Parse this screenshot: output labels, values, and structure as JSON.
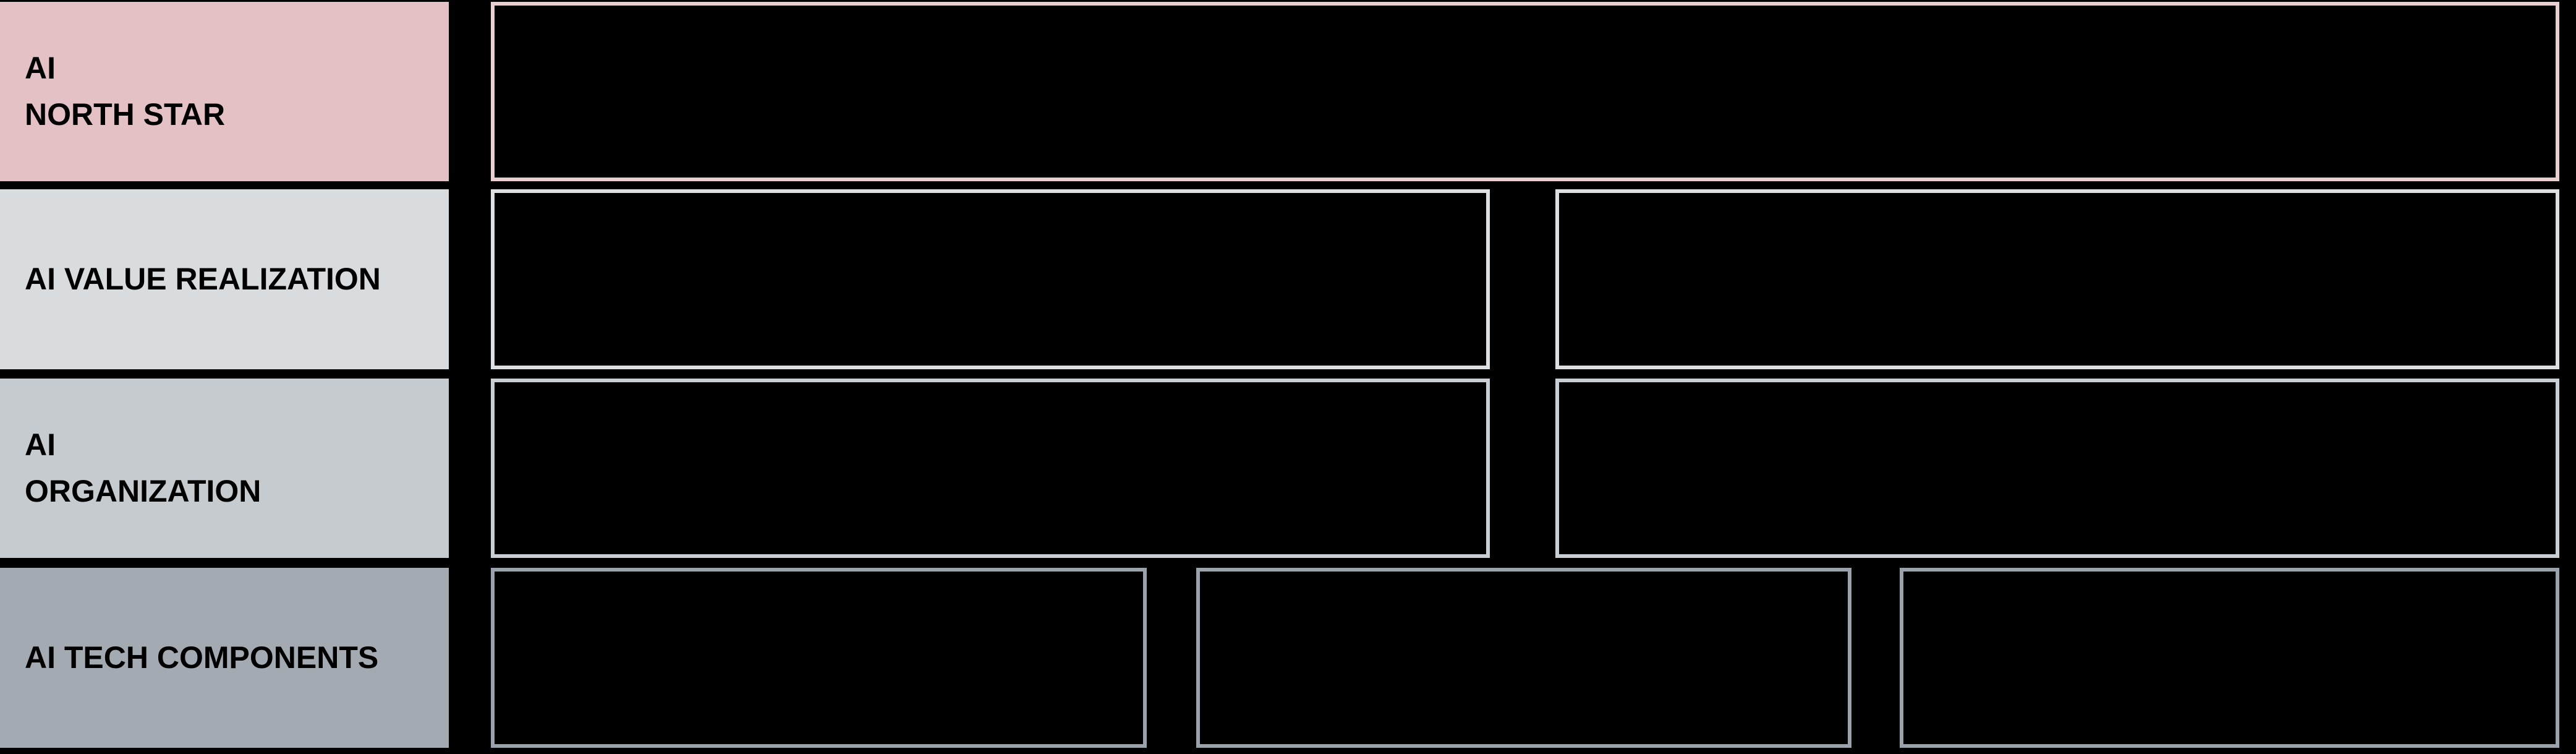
{
  "diagram": {
    "background": "#000000",
    "rows": [
      {
        "id": "ai-north-star",
        "label_lines": [
          "AI",
          "NORTH STAR"
        ],
        "label_bg": "#E4C1C4",
        "text_color": "#000000",
        "box_border_color": "#E9CFD0",
        "box_fill": "#000000",
        "box_count": 1
      },
      {
        "id": "ai-value-realization",
        "label_lines": [
          "AI VALUE REALIZATION"
        ],
        "label_bg": "#D8DCDF",
        "text_color": "#000000",
        "box_border_color": "#DCE0E3",
        "box_fill": "#000000",
        "box_count": 2
      },
      {
        "id": "ai-organization",
        "label_lines": [
          "AI",
          "ORGANIZATION"
        ],
        "label_bg": "#C6CBCF",
        "text_color": "#000000",
        "box_border_color": "#CACFD3",
        "box_fill": "#000000",
        "box_count": 2
      },
      {
        "id": "ai-tech-components",
        "label_lines": [
          "AI TECH COMPONENTS"
        ],
        "label_bg": "#A4AAB2",
        "text_color": "#000000",
        "box_border_color": "#9AA3AC",
        "box_fill": "#000000",
        "box_count": 3
      }
    ]
  }
}
